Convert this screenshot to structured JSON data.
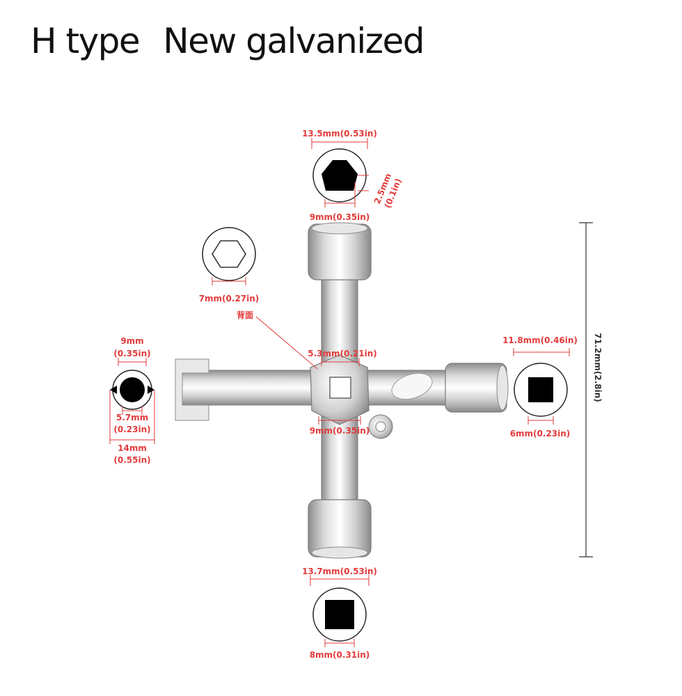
{
  "title": {
    "type_label": "H type",
    "subtitle": "New galvanized"
  },
  "colors": {
    "dimension": "#e33a3a",
    "metal_light": "#f2f2f2",
    "metal_dark": "#8a8a8a",
    "profile_fill": "#000000"
  },
  "dimensions": {
    "top_width": "13.5mm(0.53in)",
    "top_depth_mm": "2.5mm",
    "top_depth_in": "(0.1in)",
    "top_inner": "9mm(0.35in)",
    "hex_size": "7mm(0.27in)",
    "back_label": "背面",
    "center_square": "5.3mm(0.21in)",
    "center_outer": "9mm(0.35in)",
    "left_width_mm": "9mm",
    "left_width_in": "(0.35in)",
    "left_inner_mm": "5.7mm",
    "left_inner_in": "(0.23in)",
    "left_outer_mm": "14mm",
    "left_outer_in": "(0.55in)",
    "right_outer": "11.8mm(0.46in)",
    "right_inner": "6mm(0.23in)",
    "bottom_outer": "13.7mm(0.53in)",
    "bottom_inner": "8mm(0.31in)",
    "overall_length": "71.2mm(2.8in)"
  }
}
